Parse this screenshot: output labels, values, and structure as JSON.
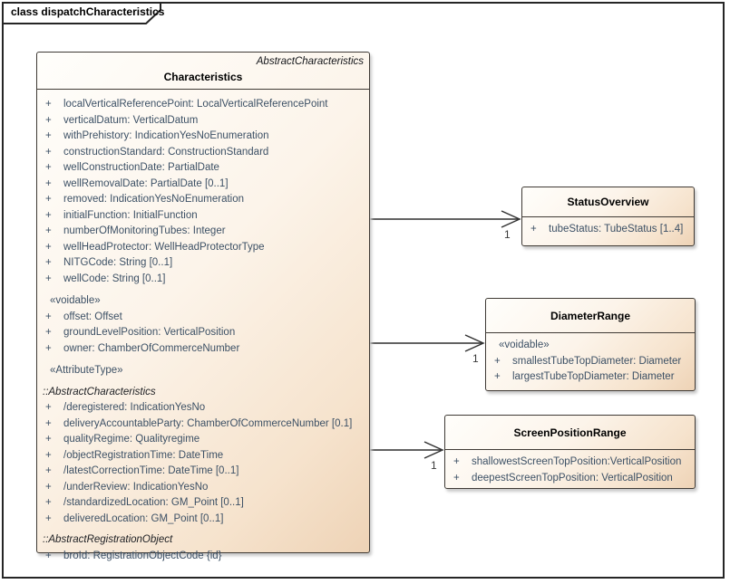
{
  "frame": {
    "tab_label": "class dispatchCharacteristics"
  },
  "colors": {
    "box_border": "#3f3a35",
    "box_fill_light": "#fffefb",
    "box_fill_dark": "#eed3b6",
    "attribute_text": "#3c5065",
    "connector": "#2f2f2f"
  },
  "main_class": {
    "parent_classifier": "AbstractCharacteristics",
    "name": "Characteristics",
    "rows": [
      {
        "kind": "attribute",
        "plus": "+",
        "text": "localVerticalReferencePoint: LocalVerticalReferencePoint"
      },
      {
        "kind": "attribute",
        "plus": "+",
        "text": "verticalDatum: VerticalDatum"
      },
      {
        "kind": "attribute",
        "plus": "+",
        "text": "withPrehistory: IndicationYesNoEnumeration"
      },
      {
        "kind": "attribute",
        "plus": "+",
        "text": "constructionStandard: ConstructionStandard"
      },
      {
        "kind": "attribute",
        "plus": "+",
        "text": "wellConstructionDate: PartialDate"
      },
      {
        "kind": "attribute",
        "plus": "+",
        "text": "wellRemovalDate: PartialDate [0..1]"
      },
      {
        "kind": "attribute",
        "plus": "+",
        "text": "removed: IndicationYesNoEnumeration"
      },
      {
        "kind": "attribute",
        "plus": "+",
        "text": "initialFunction: InitialFunction"
      },
      {
        "kind": "attribute",
        "plus": "+",
        "text": "numberOfMonitoringTubes: Integer"
      },
      {
        "kind": "attribute",
        "plus": "+",
        "text": "wellHeadProtector: WellHeadProtectorType"
      },
      {
        "kind": "attribute",
        "plus": "+",
        "text": "NITGCode: String [0..1]"
      },
      {
        "kind": "attribute",
        "plus": "+",
        "text": "wellCode: String [0..1]"
      },
      {
        "kind": "stereotype",
        "text": "«voidable»"
      },
      {
        "kind": "attribute",
        "plus": "+",
        "text": "offset: Offset"
      },
      {
        "kind": "attribute",
        "plus": "+",
        "text": "groundLevelPosition: VerticalPosition"
      },
      {
        "kind": "attribute",
        "plus": "+",
        "text": "owner: ChamberOfCommerceNumber"
      },
      {
        "kind": "stereotype",
        "text": "«AttributeType»"
      },
      {
        "kind": "classifier",
        "text": "::AbstractCharacteristics"
      },
      {
        "kind": "attribute",
        "plus": "+",
        "text": "/deregistered: IndicationYesNo"
      },
      {
        "kind": "attribute",
        "plus": "+",
        "text": "deliveryAccountableParty: ChamberOfCommerceNumber [0.1]"
      },
      {
        "kind": "attribute",
        "plus": "+",
        "text": "qualityRegime: Qualityregime"
      },
      {
        "kind": "attribute",
        "plus": "+",
        "text": "/objectRegistrationTime: DateTime"
      },
      {
        "kind": "attribute",
        "plus": "+",
        "text": "/latestCorrectionTime: DateTime [0..1]"
      },
      {
        "kind": "attribute",
        "plus": "+",
        "text": "/underReview: IndicationYesNo"
      },
      {
        "kind": "attribute",
        "plus": "+",
        "text": "/standardizedLocation: GM_Point [0..1]"
      },
      {
        "kind": "attribute",
        "plus": "+",
        "text": "deliveredLocation: GM_Point [0..1]"
      },
      {
        "kind": "classifier",
        "text": "::AbstractRegistrationObject"
      },
      {
        "kind": "attribute",
        "plus": "+",
        "text": "broId: RegistrationObjectCode {id}"
      }
    ]
  },
  "status_overview": {
    "name": "StatusOverview",
    "rows": [
      {
        "kind": "attribute",
        "plus": "+",
        "text": "tubeStatus: TubeStatus [1..4]"
      }
    ]
  },
  "diameter_range": {
    "name": "DiameterRange",
    "rows": [
      {
        "kind": "stereotype",
        "text": "«voidable»"
      },
      {
        "kind": "attribute",
        "plus": "+",
        "text": "smallestTubeTopDiameter: Diameter"
      },
      {
        "kind": "attribute",
        "plus": "+",
        "text": "largestTubeTopDiameter: Diameter"
      }
    ]
  },
  "screen_position_range": {
    "name": "ScreenPositionRange",
    "rows": [
      {
        "kind": "attribute",
        "plus": "+",
        "text": "shallowestScreenTopPosition:VerticalPosition"
      },
      {
        "kind": "attribute",
        "plus": "+",
        "text": "deepestScreenTopPosition: VerticalPosition"
      }
    ]
  },
  "connectors": [
    {
      "target": "StatusOverview",
      "multiplicity": "1"
    },
    {
      "target": "DiameterRange",
      "multiplicity": "1"
    },
    {
      "target": "ScreenPositionRange",
      "multiplicity": "1"
    }
  ]
}
